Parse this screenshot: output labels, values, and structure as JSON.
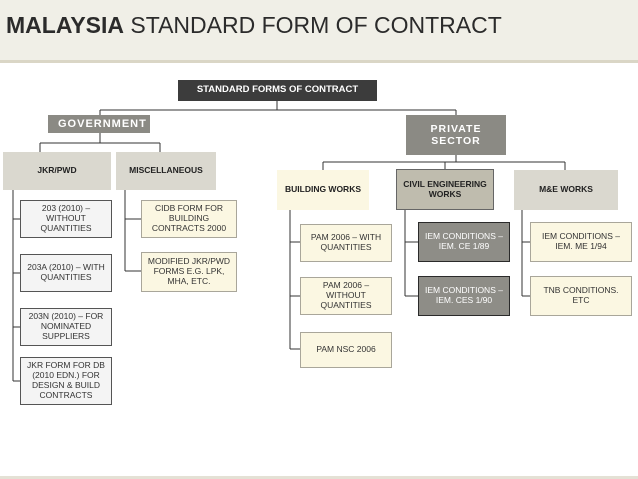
{
  "slide": {
    "title_bold": "MALAYSIA",
    "title_rest": " STANDARD FORM OF CONTRACT"
  },
  "chart": {
    "root": "STANDARD FORMS OF CONTRACT",
    "government": {
      "label": "GOVERNMENT",
      "jkr_pwd": {
        "label": "JKR/PWD",
        "items": [
          "203 (2010) – WITHOUT QUANTITIES",
          "203A (2010) – WITH QUANTITIES",
          "203N (2010) – FOR NOMINATED SUPPLIERS",
          "JKR FORM FOR DB (2010 EDN.) FOR DESIGN & BUILD CONTRACTS"
        ]
      },
      "miscellaneous": {
        "label": "MISCELLANEOUS",
        "items": [
          "CIDB FORM FOR BUILDING CONTRACTS 2000",
          "MODIFIED JKR/PWD FORMS E.G. LPK, MHA, ETC."
        ]
      }
    },
    "private": {
      "label": "PRIVATE SECTOR",
      "building_works": {
        "label": "BUILDING WORKS",
        "items": [
          "PAM 2006 – WITH QUANTITIES",
          "PAM 2006 – WITHOUT QUANTITIES",
          "PAM NSC 2006"
        ]
      },
      "civil_engineering": {
        "label": "CIVIL ENGINEERING WORKS",
        "items": [
          "IEM CONDITIONS – IEM. CE 1/89",
          "IEM CONDITIONS – IEM. CES 1/90"
        ]
      },
      "me_works": {
        "label": "M&E WORKS",
        "items": [
          "IEM CONDITIONS – IEM. ME 1/94",
          "TNB CONDITIONS. ETC"
        ]
      }
    }
  }
}
